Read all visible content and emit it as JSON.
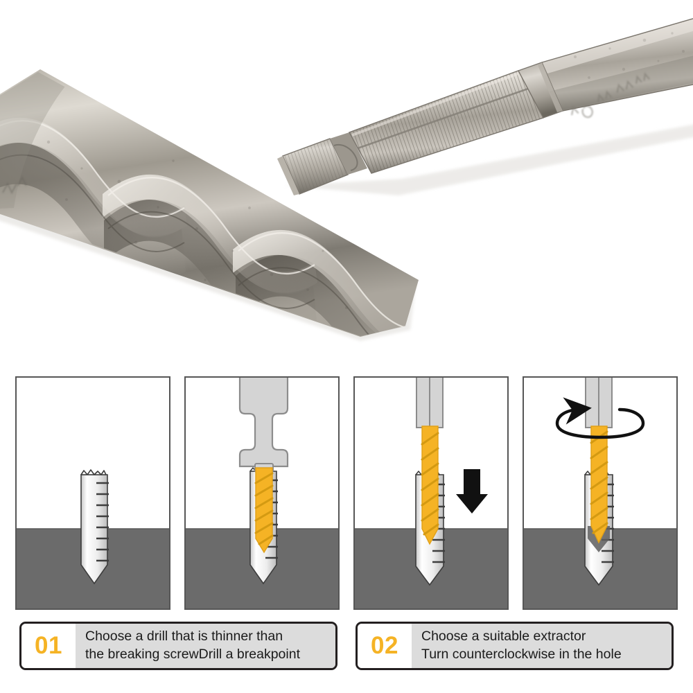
{
  "document": {
    "type": "product-instruction-infographic",
    "product_name": "Screw Extractor / Damaged Screw Remover Drill Bit",
    "background_color": "#ffffff"
  },
  "photo": {
    "alt": "Close-up photograph of a steel screw extractor bit with left-hand spiral flutes and a knurled quarter-inch hex shank adapter",
    "objects": [
      {
        "name": "screw-extractor-body",
        "description": "Large tapered steel extractor with coarse left-hand spiral flutes running diagonally from lower-right to upper-left",
        "finish": "machined raw steel",
        "engraving": "faint illegible stamped markings"
      },
      {
        "name": "hex-shank-adapter",
        "description": "Knurled quarter-inch hex shank with detent groove at the upper right, angled diagonally",
        "finish": "machined raw steel",
        "engraving": "faint illegible stamped markings"
      }
    ],
    "colors": {
      "steel_light": "#d8d4cc",
      "steel_mid": "#a9a49b",
      "steel_dark": "#6f6a62",
      "steel_shadow": "#4b4740"
    }
  },
  "diagram": {
    "material_color": "#6b6b6b",
    "panel_border_color": "#565656",
    "panel_background": "#ffffff",
    "bit_color": "#f5b325",
    "bit_color_dark": "#e0a018",
    "screw_color_light": "#fdfdfd",
    "screw_color_dark": "#b9b9b9",
    "chuck_color": "#d4d4d4",
    "arrow_color": "#111111",
    "surface_line_y_ratio": 0.655,
    "panels": [
      {
        "index": 1,
        "name": "panel-broken-screw",
        "caption_hint": "Broken screw stub embedded in the workpiece",
        "elements": [
          "broken-screw",
          "workpiece-material",
          "surface-line"
        ],
        "has_bit": false,
        "has_chuck": false,
        "arrow": "none"
      },
      {
        "index": 2,
        "name": "panel-drill-pilot-hole",
        "caption_hint": "Drill bit held in chuck drilling a pilot hole into the broken screw",
        "elements": [
          "drill-chuck",
          "drill-bit",
          "broken-screw",
          "workpiece-material",
          "surface-line"
        ],
        "has_bit": true,
        "has_chuck": true,
        "arrow": "none"
      },
      {
        "index": 3,
        "name": "panel-insert-extractor",
        "caption_hint": "Extractor pushed down into the drilled hole",
        "elements": [
          "shank",
          "extractor-bit",
          "broken-screw",
          "workpiece-material",
          "surface-line",
          "down-arrow"
        ],
        "has_bit": true,
        "has_chuck": false,
        "arrow": "down"
      },
      {
        "index": 4,
        "name": "panel-turn-counterclockwise",
        "caption_hint": "Turn the extractor counterclockwise to back the screw out",
        "elements": [
          "shank",
          "extractor-bit",
          "broken-screw",
          "workpiece-material",
          "surface-line",
          "rotation-arrow"
        ],
        "has_bit": true,
        "has_chuck": false,
        "arrow": "rotate-counterclockwise"
      }
    ]
  },
  "captions": [
    {
      "number": "01",
      "line1": "Choose a drill that is thinner than",
      "line2": "the breaking screwDrill a breakpoint",
      "number_color": "#f5b325",
      "number_background": "#ffffff",
      "text_background": "#dcdcdc",
      "border_color": "#231f20"
    },
    {
      "number": "02",
      "line1": "Choose a suitable extractor",
      "line2": "Turn counterclockwise in the hole",
      "number_color": "#f5b325",
      "number_background": "#ffffff",
      "text_background": "#dcdcdc",
      "border_color": "#231f20"
    }
  ]
}
